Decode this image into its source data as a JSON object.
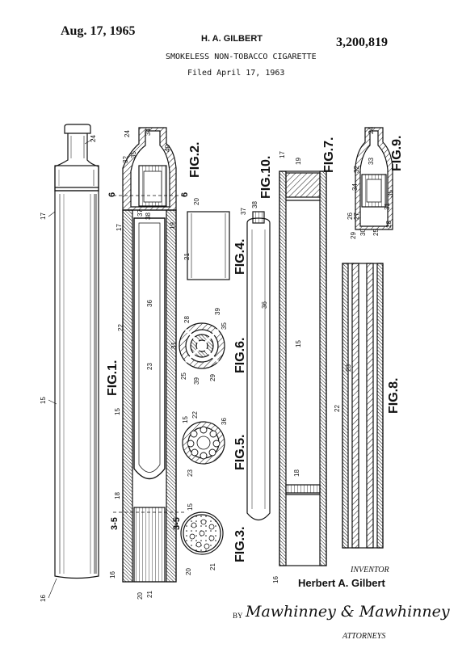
{
  "patent": {
    "date": "Aug. 17, 1965",
    "inventor_header": "H. A. GILBERT",
    "number": "3,200,819",
    "title": "SMOKELESS NON-TOBACCO CIGARETTE",
    "filed": "Filed April 17, 1963"
  },
  "figures": {
    "fig1": "FIG.1.",
    "fig2": "FIG.2.",
    "fig3": "FIG.3.",
    "fig4": "FIG.4.",
    "fig5": "FIG.5.",
    "fig6": "FIG.6.",
    "fig7": "FIG.7.",
    "fig8": "FIG.8.",
    "fig9": "FIG.9.",
    "fig10": "FIG.10."
  },
  "section_marks": {
    "six": "6",
    "three_five": "3-5"
  },
  "refs": {
    "r15": "15",
    "r16": "16",
    "r17": "17",
    "r18": "18",
    "r19": "19",
    "r20": "20",
    "r21": "21",
    "r22": "22",
    "r23": "23",
    "r24": "24",
    "r25": "25",
    "r26": "26",
    "r27": "27",
    "r28": "28",
    "r29": "29",
    "r30": "30",
    "r31": "31",
    "r32": "32",
    "r33": "33",
    "r34": "34",
    "r35": "35",
    "r36": "36",
    "r37": "37",
    "r38": "38",
    "r39": "39",
    "r40": "40"
  },
  "footer": {
    "inventor_label": "INVENTOR",
    "inventor_name": "Herbert A. Gilbert",
    "by": "BY",
    "signature": "Mawhinney & Mawhinney",
    "attorneys": "ATTORNEYS"
  }
}
